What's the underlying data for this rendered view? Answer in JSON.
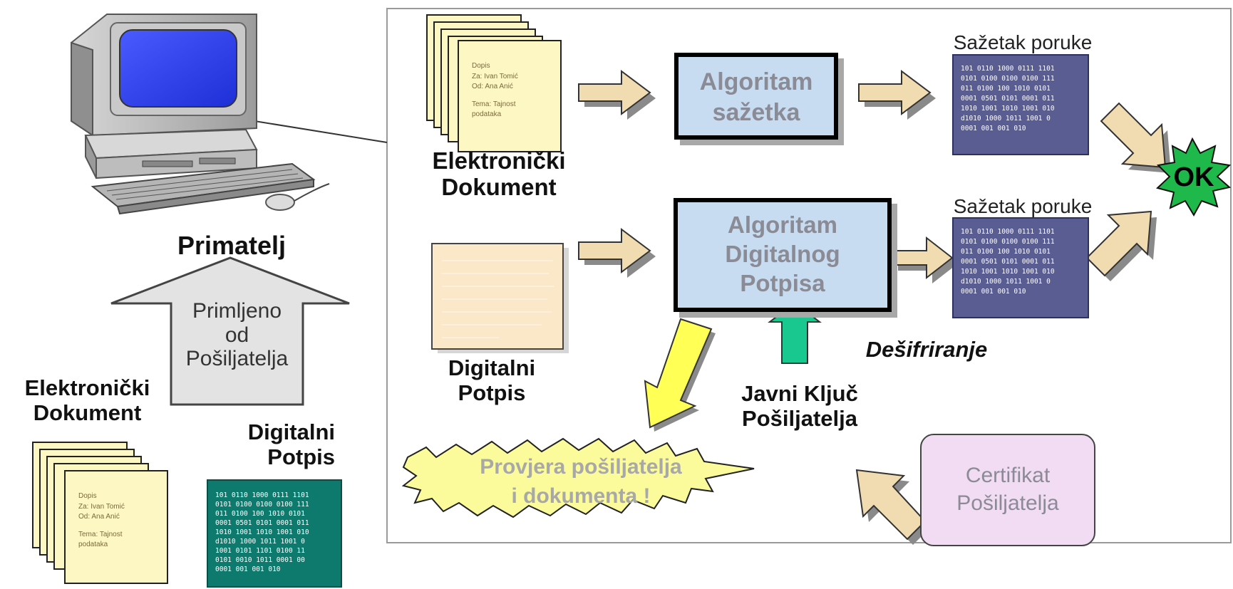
{
  "receiver": {
    "label": "Primatelj"
  },
  "received_arrow": {
    "lines": [
      "Primljeno",
      "od",
      "Pošiljatelja"
    ]
  },
  "left_document": {
    "lines": [
      "Elektronički",
      "Dokument"
    ]
  },
  "left_signature": {
    "lines": [
      "Digitalni",
      "Potpis"
    ]
  },
  "sample_letter": {
    "lines": [
      "Dopis",
      "Za: Ivan Tomić",
      "Od: Ana Anić",
      "Tema: Tajnost",
      "podataka"
    ]
  },
  "binary_rows": [
    "101 0110 1000 0111 1101",
    "0101 0100 0100 0100 111",
    "011 0100 100 1010 0101",
    "0001 0501 0101 0001 011",
    "1010 1001 1010 1001 010",
    "d1010 1000 1011 1001 0",
    "0001 001 001 010",
    "1001 0101 1101 0100 11",
    "0101 0010 1011 0001 00"
  ],
  "right_document": {
    "lines": [
      "Elektronički",
      "Dokument"
    ]
  },
  "right_signature": {
    "lines": [
      "Digitalni",
      "Potpis"
    ]
  },
  "hash_algorithm": {
    "lines": [
      "Algoritam",
      "sažetka"
    ]
  },
  "signature_algorithm": {
    "lines": [
      "Algoritam",
      "Digitalnog",
      "Potpisa"
    ]
  },
  "digest_top": {
    "label": "Sažetak poruke"
  },
  "digest_bottom": {
    "label": "Sažetak poruke"
  },
  "ok_badge": {
    "label": "OK"
  },
  "decryption": {
    "label": "Dešifriranje"
  },
  "public_key": {
    "lines": [
      "Javni Ključ",
      "Pošiljatelja"
    ]
  },
  "certificate": {
    "lines": [
      "Certifikat",
      "Pošiljatelja"
    ]
  },
  "verification": {
    "lines": [
      "Provjera pošiljatelja",
      "i dokumenta !"
    ]
  },
  "colors": {
    "paper": "#fdf7c4",
    "digest_box": "#5a5d92",
    "signature_box": "#0e7a6e",
    "algorithm_box": "#c7dbf1",
    "arrow_fill": "#f1dcb2",
    "ok_star": "#1fb84a",
    "verify_star": "#fbfb9c",
    "certificate_box": "#f2dcf4",
    "key_arrow": "#18c88f",
    "yellow_arrow": "#ffff55"
  }
}
